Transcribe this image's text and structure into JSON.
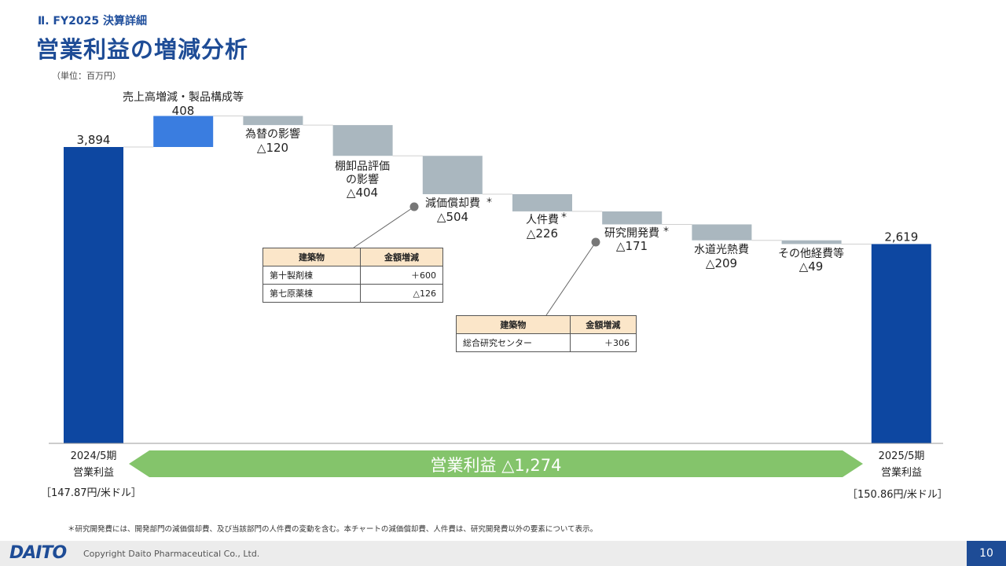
{
  "header": {
    "section": "Ⅱ. FY2025 決算詳細",
    "title": "営業利益の増減分析",
    "unit": "（単位：百万円）"
  },
  "chart_data": {
    "type": "waterfall",
    "categories": [
      "2024/5期 営業利益",
      "売上高増減・製品構成等",
      "為替の影響",
      "棚卸品評価の影響",
      "減価償却費",
      "人件費",
      "研究開発費",
      "水道光熱費",
      "その他経費等",
      "2025/5期 営業利益"
    ],
    "values": [
      3894,
      408,
      -120,
      -404,
      -504,
      -226,
      -171,
      -209,
      -49,
      2619
    ],
    "value_labels": [
      "3,894",
      "408",
      "△120",
      "△404",
      "△504",
      "△226",
      "△171",
      "△209",
      "△49",
      "2,619"
    ],
    "kinds": [
      "total",
      "increase",
      "decrease",
      "decrease",
      "decrease",
      "decrease",
      "decrease",
      "decrease",
      "decrease",
      "total"
    ],
    "colors": {
      "total": "#0d47a1",
      "increase": "#3a7de0",
      "decrease": "#aab7bf"
    },
    "summary_arrow": {
      "label": "営業利益 △1,274",
      "color": "#84c46b"
    }
  },
  "bar_labels": {
    "increase": "売上高増減・製品構成等",
    "fx": "為替の影響",
    "inventory_1": "棚卸品評価",
    "inventory_2": "の影響",
    "depreciation": "減価償却費",
    "personnel": "人件費",
    "rnd": "研究開発費",
    "utilities": "水道光熱費",
    "other": "その他経費等",
    "asterisk": "＊"
  },
  "end_labels": {
    "start_period": "2024/5期",
    "start_name": "営業利益",
    "start_rate": "［147.87円/米ドル］",
    "end_period": "2025/5期",
    "end_name": "営業利益",
    "end_rate": "［150.86円/米ドル］"
  },
  "callout_1": {
    "headers": [
      "建築物",
      "金額増減"
    ],
    "rows": [
      [
        "第十製剤棟",
        "＋600"
      ],
      [
        "第七原薬棟",
        "△126"
      ]
    ]
  },
  "callout_2": {
    "headers": [
      "建築物",
      "金額増減"
    ],
    "rows": [
      [
        "総合研究センター",
        "＋306"
      ]
    ]
  },
  "footnote": "＊研究開発費には、開発部門の減価償却費、及び当該部門の人件費の変動を含む。本チャートの減価償却費、人件費は、研究開発費以外の要素について表示。",
  "footer": {
    "logo": "DAITO",
    "copyright": "Copyright  Daito Pharmaceutical Co., Ltd.",
    "page": "10"
  }
}
